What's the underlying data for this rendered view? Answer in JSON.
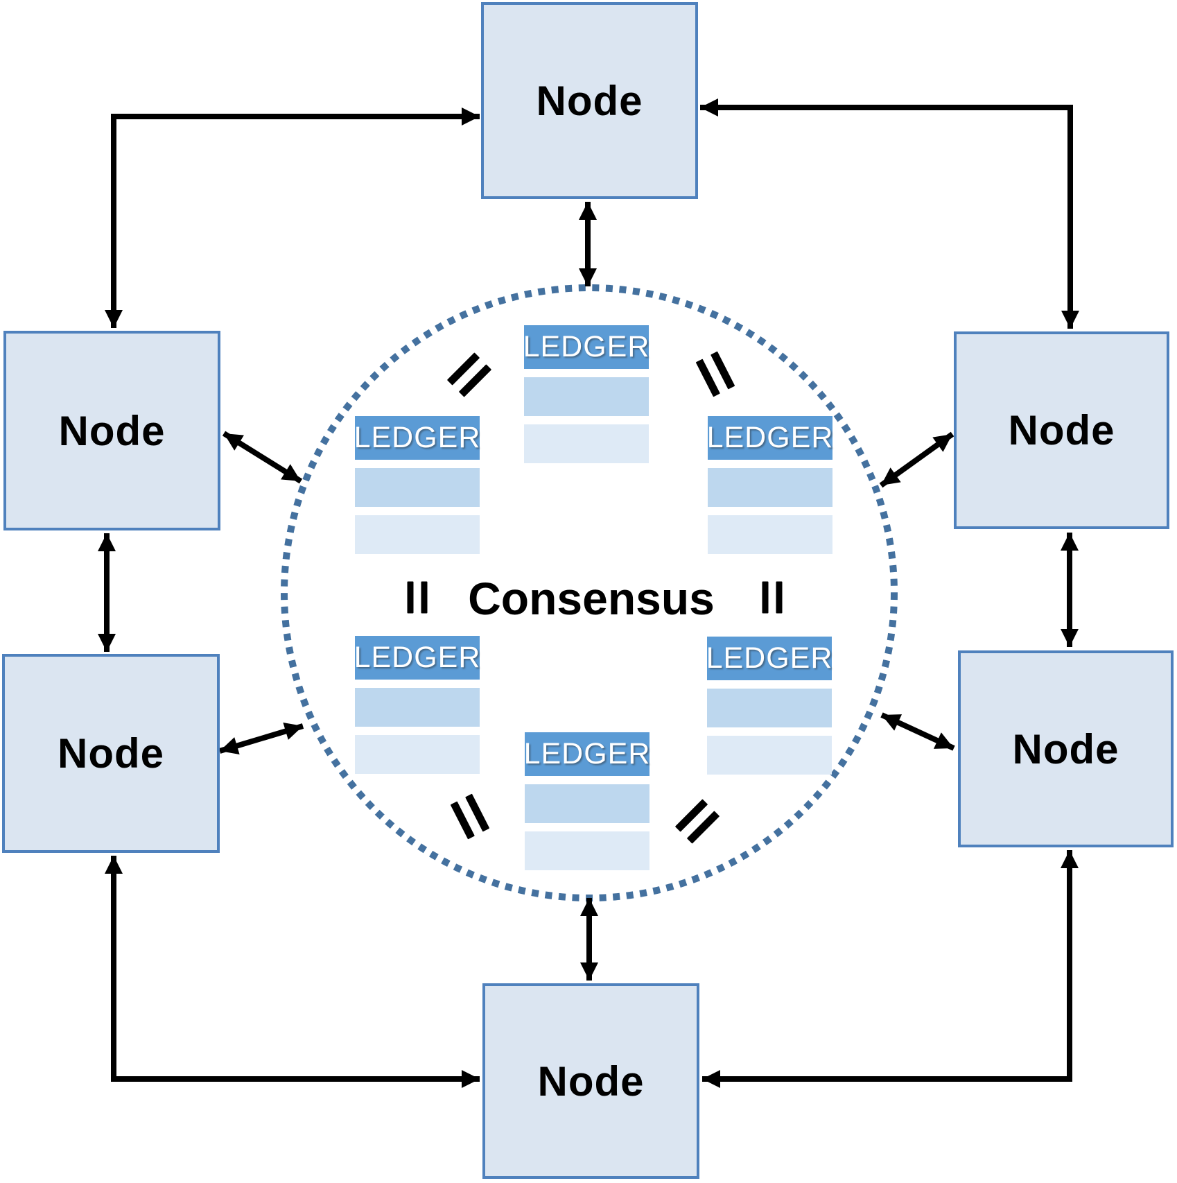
{
  "diagram_type": "blockchain-consensus-network",
  "circle": {
    "label": "Consensus"
  },
  "nodes": [
    {
      "id": "top",
      "label": "Node"
    },
    {
      "id": "upper-left",
      "label": "Node"
    },
    {
      "id": "upper-right",
      "label": "Node"
    },
    {
      "id": "lower-left",
      "label": "Node"
    },
    {
      "id": "lower-right",
      "label": "Node"
    },
    {
      "id": "bottom",
      "label": "Node"
    }
  ],
  "ledgers": [
    {
      "position": "top",
      "label": "LEDGER",
      "rows": 2
    },
    {
      "position": "left",
      "label": "LEDGER",
      "rows": 2
    },
    {
      "position": "right",
      "label": "LEDGER",
      "rows": 2
    },
    {
      "position": "bottom-left",
      "label": "LEDGER",
      "rows": 2
    },
    {
      "position": "bottom-right",
      "label": "LEDGER",
      "rows": 2
    },
    {
      "position": "bottom",
      "label": "LEDGER",
      "rows": 2
    }
  ],
  "icons": {
    "equals": "="
  },
  "connections": {
    "node_to_node": "double-headed elbow arrows",
    "node_to_circle": "double-headed straight arrows"
  },
  "colors": {
    "node_fill": "#dbe5f1",
    "node_border": "#4f81bd",
    "ledger_header": "#5b9bd5",
    "ledger_row_medium": "#bdd7ee",
    "ledger_row_light": "#deeaf6",
    "circle_dot": "#44719f",
    "arrow": "#000000",
    "label_text": "#000000",
    "ledger_text": "#ffffff",
    "background": "#ffffff"
  }
}
